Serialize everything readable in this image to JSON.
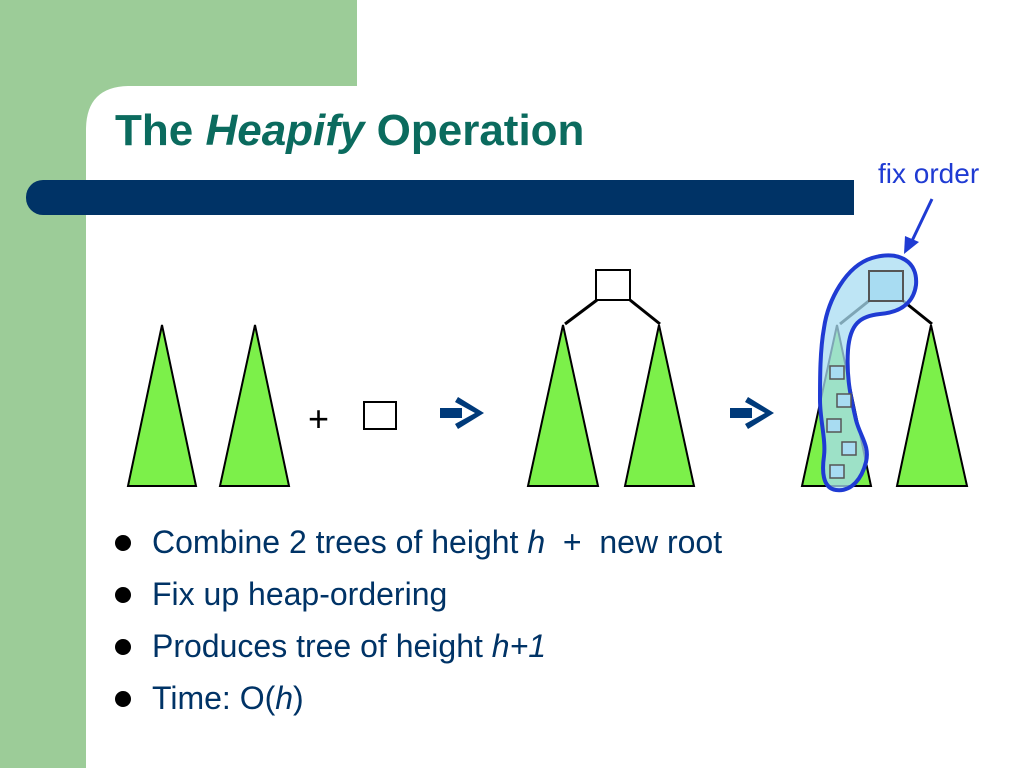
{
  "slide": {
    "title": {
      "part1": "The ",
      "part2": "Heapify",
      "part3": " Operation"
    },
    "callout_label": "fix order",
    "plus_symbol": "+",
    "bullets": [
      {
        "pre": "Combine 2 trees of height ",
        "var": "h",
        "post": "  +  new root"
      },
      {
        "pre": "Fix up heap-ordering",
        "var": "",
        "post": ""
      },
      {
        "pre": "Produces tree of height ",
        "var": "h+1",
        "post": ""
      },
      {
        "pre": "Time: O(",
        "var": "h",
        "post": ")"
      }
    ],
    "colors": {
      "sidebar": "#9ccc98",
      "title_bar": "#003366",
      "title_text": "#0b6b5e",
      "tree_fill": "#7cf04a",
      "highlight_fill": "#a8dcf2",
      "highlight_stroke": "#1f3bd3",
      "arrow": "#003a7a"
    }
  }
}
